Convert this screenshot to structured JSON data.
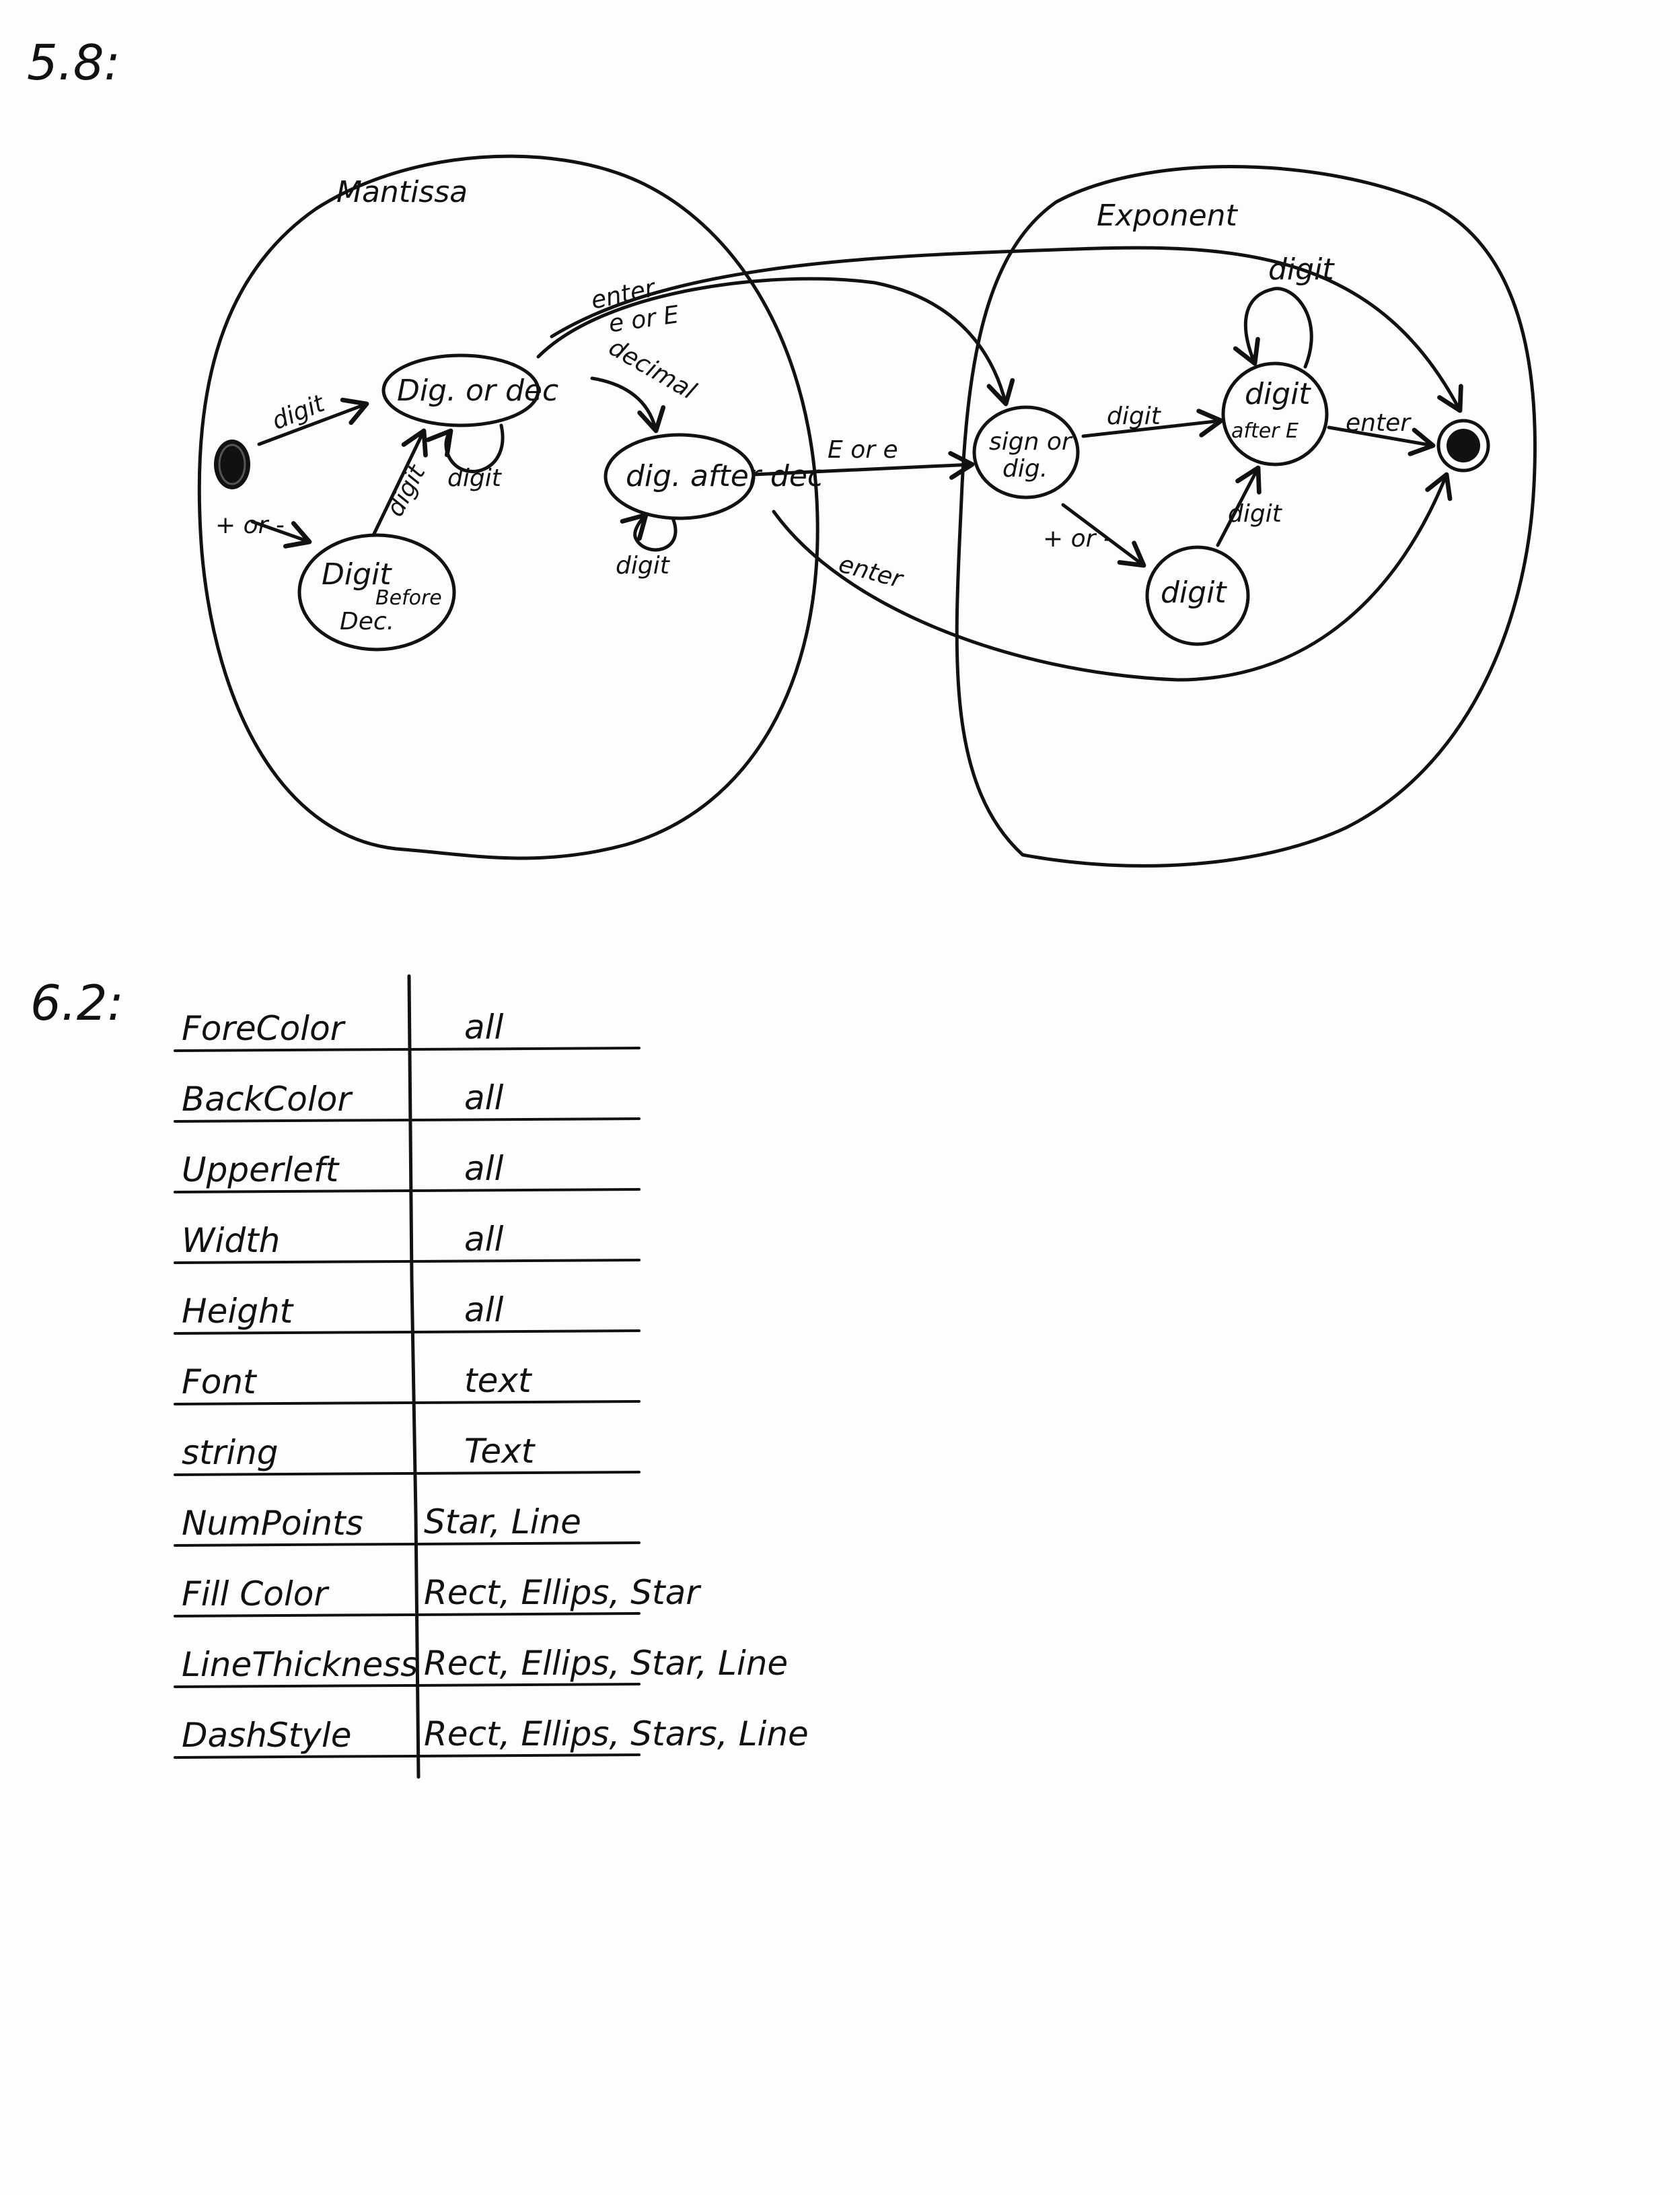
{
  "problem_58": {
    "heading": "5.8:",
    "mantissa_label": "Mantissa",
    "exponent_label": "Exponent",
    "states": {
      "dig_or_dec": "Dig. or dec",
      "digit_before_dec_1": "Digit",
      "digit_before_dec_2": "Before",
      "digit_before_dec_3": "Dec.",
      "dig_after_dec": "dig. after dec",
      "sign_or_dig_1": "sign or",
      "sign_or_dig_2": "dig.",
      "digit_after_e_1": "digit",
      "digit_after_e_2": "after E",
      "digit_exp": "digit"
    },
    "transitions": {
      "start_digit": "digit",
      "start_sign": "+ or -",
      "before_dec_digit": "digit",
      "dig_or_dec_loop": "digit",
      "decimal": "decimal",
      "enter_top_1": "enter",
      "enter_top_2": "e or E",
      "after_dec_loop": "digit",
      "e_or_e": "E or e",
      "enter_bottom": "enter",
      "sign_digit": "digit",
      "sign_plus_minus": "+ or -",
      "after_e_loop": "digit",
      "exp_digit_up": "digit",
      "enter_final": "enter"
    }
  },
  "problem_62": {
    "heading": "6.2:",
    "rows": [
      {
        "property": "ForeColor",
        "applies_to": "all"
      },
      {
        "property": "BackColor",
        "applies_to": "all"
      },
      {
        "property": "Upperleft",
        "applies_to": "all"
      },
      {
        "property": "Width",
        "applies_to": "all"
      },
      {
        "property": "Height",
        "applies_to": "all"
      },
      {
        "property": "Font",
        "applies_to": "text"
      },
      {
        "property": "string",
        "applies_to": "Text"
      },
      {
        "property": "NumPoints",
        "applies_to": "Star, Line"
      },
      {
        "property": "Fill Color",
        "applies_to": "Rect, Ellips, Star"
      },
      {
        "property": "LineThickness",
        "applies_to": "Rect, Ellips, Star, Line"
      },
      {
        "property": "DashStyle",
        "applies_to": "Rect, Ellips, Stars, Line"
      }
    ]
  }
}
